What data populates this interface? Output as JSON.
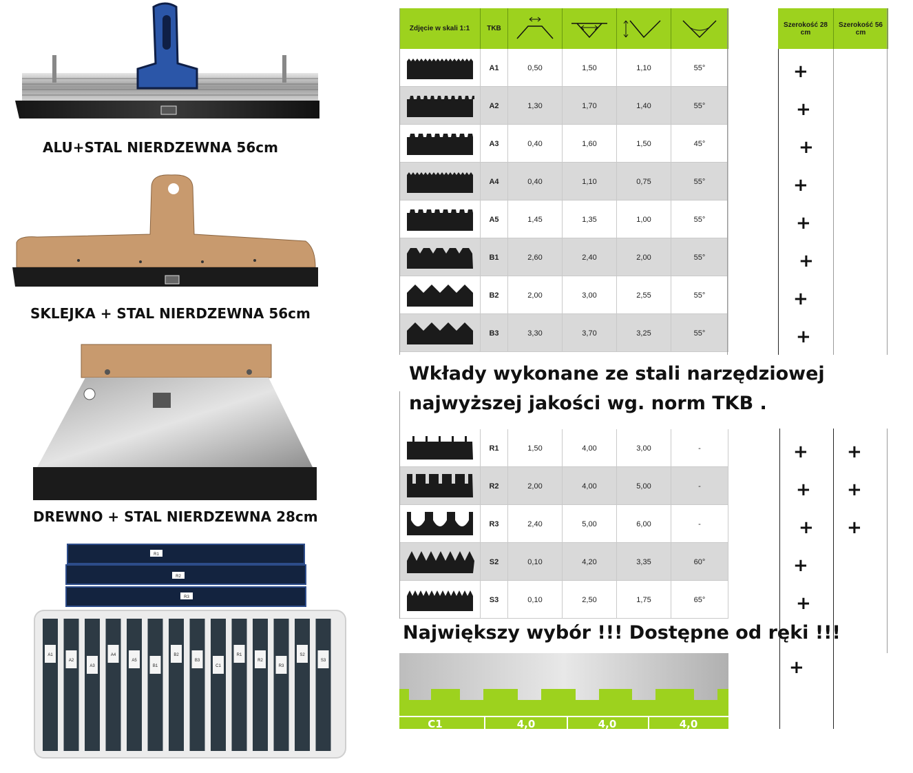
{
  "products": [
    {
      "caption": "ALU+STAL NIERDZEWNA 56cm",
      "icon": "aluminium-trowel"
    },
    {
      "caption": "SKLEJKA + STAL NIERDZEWNA 56cm",
      "icon": "plywood-trowel"
    },
    {
      "caption": "DREWNO + STAL NIERDZEWNA 28cm",
      "icon": "wood-trowel"
    }
  ],
  "blade_pack": {
    "top_labels": [
      "R1",
      "R2",
      "R3"
    ],
    "labels": [
      "A1",
      "A2",
      "A3",
      "A4",
      "A5",
      "B1",
      "B2",
      "B3",
      "C1",
      "R1",
      "R2",
      "R3",
      "S2",
      "S3"
    ]
  },
  "table": {
    "header": {
      "photo": "Zdjęcie w skali 1:1",
      "tkb": "TKB",
      "width_28": "Szerokość 28 cm",
      "width_56": "Szerokość 56 cm"
    },
    "rows_top": [
      {
        "code": "A1",
        "a": "0,50",
        "b": "1,50",
        "c": "1,10",
        "angle": "55°",
        "w28": "+",
        "w56": "",
        "profile": "fine-teeth"
      },
      {
        "code": "A2",
        "a": "1,30",
        "b": "1,70",
        "c": "1,40",
        "angle": "55°",
        "w28": "+",
        "w56": "",
        "profile": "notch-teeth"
      },
      {
        "code": "A3",
        "a": "0,40",
        "b": "1,60",
        "c": "1,50",
        "angle": "45°",
        "w28": "+",
        "w56": "",
        "profile": "small-notch"
      },
      {
        "code": "A4",
        "a": "0,40",
        "b": "1,10",
        "c": "0,75",
        "angle": "55°",
        "w28": "+",
        "w56": "",
        "profile": "fine-teeth"
      },
      {
        "code": "A5",
        "a": "1,45",
        "b": "1,35",
        "c": "1,00",
        "angle": "55°",
        "w28": "+",
        "w56": "",
        "profile": "small-notch"
      },
      {
        "code": "B1",
        "a": "2,60",
        "b": "2,40",
        "c": "2,00",
        "angle": "55°",
        "w28": "+",
        "w56": "",
        "profile": "trapezoid"
      },
      {
        "code": "B2",
        "a": "2,00",
        "b": "3,00",
        "c": "2,55",
        "angle": "55°",
        "w28": "+",
        "w56": "",
        "profile": "peaks"
      },
      {
        "code": "B3",
        "a": "3,30",
        "b": "3,70",
        "c": "3,25",
        "angle": "55°",
        "w28": "+",
        "w56": "",
        "profile": "peaks"
      }
    ],
    "middle_text_line1": "Wkłady wykonane ze stali narzędziowej",
    "middle_text_line2": "najwyższej jakości wg. norm TKB .",
    "rows_bottom": [
      {
        "code": "R1",
        "a": "1,50",
        "b": "4,00",
        "c": "3,00",
        "angle": "-",
        "w28": "+",
        "w56": "+",
        "profile": "square-slots"
      },
      {
        "code": "R2",
        "a": "2,00",
        "b": "4,00",
        "c": "5,00",
        "angle": "-",
        "w28": "+",
        "w56": "+",
        "profile": "square-teeth"
      },
      {
        "code": "R3",
        "a": "2,40",
        "b": "5,00",
        "c": "6,00",
        "angle": "-",
        "w28": "+",
        "w56": "+",
        "profile": "round-slots"
      },
      {
        "code": "S2",
        "a": "0,10",
        "b": "4,20",
        "c": "3,35",
        "angle": "60°",
        "w28": "+",
        "w56": "",
        "profile": "saw-teeth"
      },
      {
        "code": "S3",
        "a": "0,10",
        "b": "2,50",
        "c": "1,75",
        "angle": "65°",
        "w28": "+",
        "w56": "",
        "profile": "fine-saw"
      }
    ],
    "bottom_banner": "Największy wybór !!! Dostępne od ręki !!!",
    "c1": {
      "code": "C1",
      "v1": "4,0",
      "v2": "4,0",
      "v3": "4,0",
      "w28": "+"
    }
  },
  "colors": {
    "accent_green": "#9dd21e",
    "row_grey": "#d9d9d9",
    "blade_dark": "#1b1b1b",
    "wood": "#c89a6e"
  }
}
